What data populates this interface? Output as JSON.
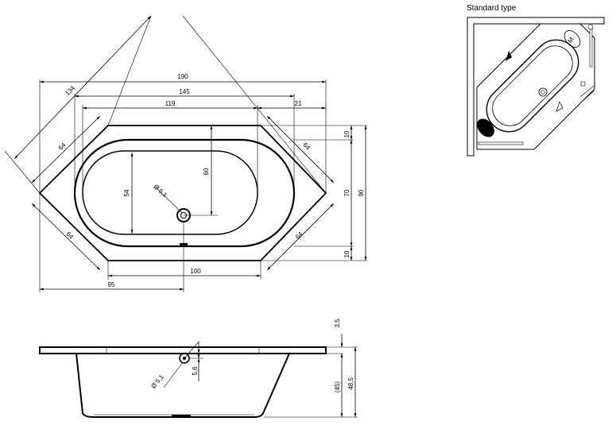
{
  "top_view": {
    "dims": {
      "d190": "190",
      "d145": "145",
      "d119": "119",
      "d21": "21",
      "d134": "134",
      "d64_a": "64",
      "d64_b": "64",
      "d64_c": "64",
      "d64_d": "64",
      "d60": "60",
      "d54": "54",
      "d10_top": "10",
      "d10_bottom": "10",
      "d70": "70",
      "d90": "90",
      "d95": "95",
      "d100": "100",
      "drain_dia": "Ø 5,1"
    }
  },
  "side_view": {
    "dims": {
      "d3_5": "3,5",
      "d5_6": "5,6",
      "d45": "(45)",
      "d48_5": "48,5",
      "drain_dia": "Ø 5,1"
    }
  },
  "inset": {
    "title": "Standard type",
    "m_label": "M"
  }
}
